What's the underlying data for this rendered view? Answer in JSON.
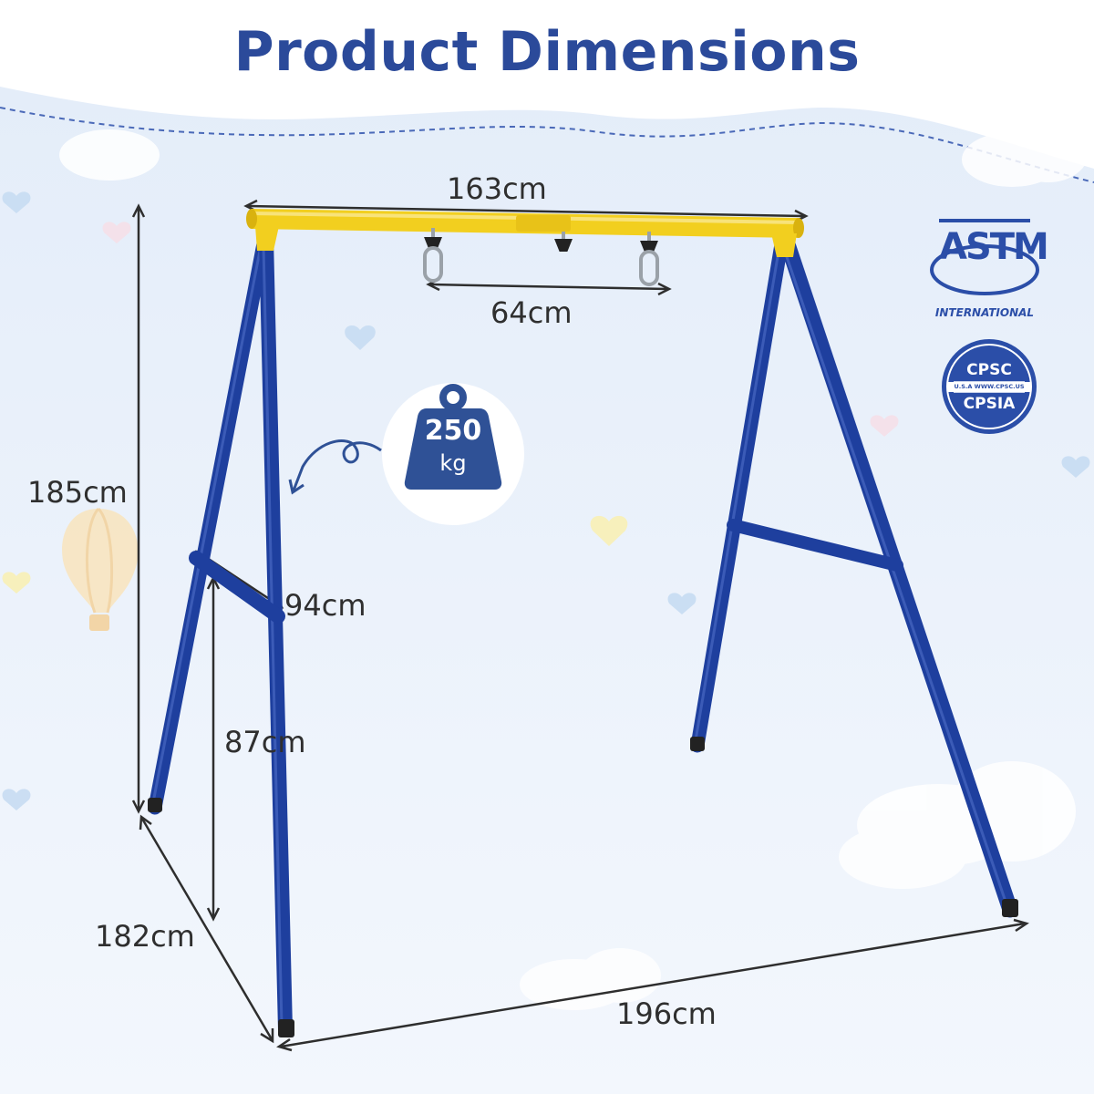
{
  "title": "Product Dimensions",
  "dimensions": {
    "top_bar_width": "163cm",
    "hook_spacing": "64cm",
    "height": "185cm",
    "crossbar_length": "94cm",
    "crossbar_height": "87cm",
    "base_depth": "182cm",
    "base_width": "196cm"
  },
  "weight_badge": {
    "value": "250",
    "unit": "kg"
  },
  "certifications": {
    "astm": {
      "mark": "ASTM",
      "subtitle": "INTERNATIONAL"
    },
    "cpsc": {
      "top": "CPSC",
      "url": "U.S.A WWW.CPSC.US",
      "bottom": "CPSIA"
    }
  },
  "colors": {
    "frame_blue": "#1e3f9e",
    "top_bar_yellow": "#f2cf1f",
    "title_blue": "#2b4a9a",
    "badge_blue": "#2f5196",
    "background_sky": "#e9f1fb"
  }
}
